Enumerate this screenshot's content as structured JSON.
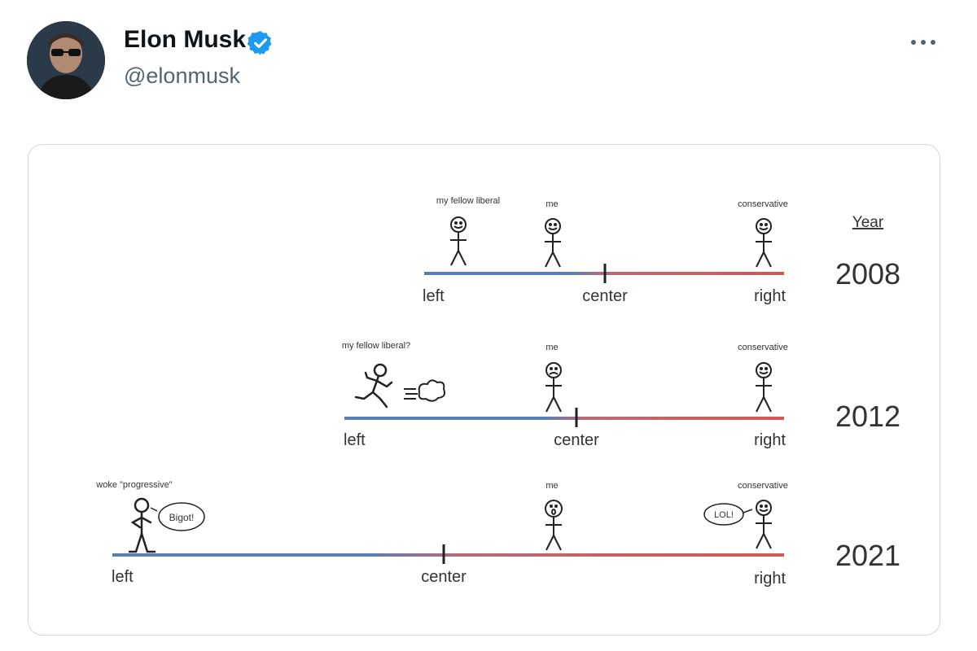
{
  "author": {
    "display_name": "Elon Musk",
    "handle": "@elonmusk",
    "verified_icon": "verified-badge-icon",
    "avatar_icon": "avatar-photo"
  },
  "menu": {
    "icon": "more-options-icon"
  },
  "image": {
    "year_header": "Year",
    "rows": [
      {
        "year": "2008",
        "left_label": "left",
        "center_label": "center",
        "right_label": "right",
        "figure_labels": [
          "my fellow liberal",
          "me",
          "conservative"
        ]
      },
      {
        "year": "2012",
        "left_label": "left",
        "center_label": "center",
        "right_label": "right",
        "figure_labels": [
          "my fellow liberal?",
          "me",
          "conservative"
        ]
      },
      {
        "year": "2021",
        "left_label": "left",
        "center_label": "center",
        "right_label": "right",
        "figure_labels": [
          "woke \"progressive\"",
          "me",
          "conservative"
        ],
        "speech_bubbles": [
          "Bigot!",
          "LOL!"
        ]
      }
    ]
  },
  "colors": {
    "left": "#5a7fb3",
    "right": "#d05a55",
    "verified": "#1d9bf0"
  }
}
